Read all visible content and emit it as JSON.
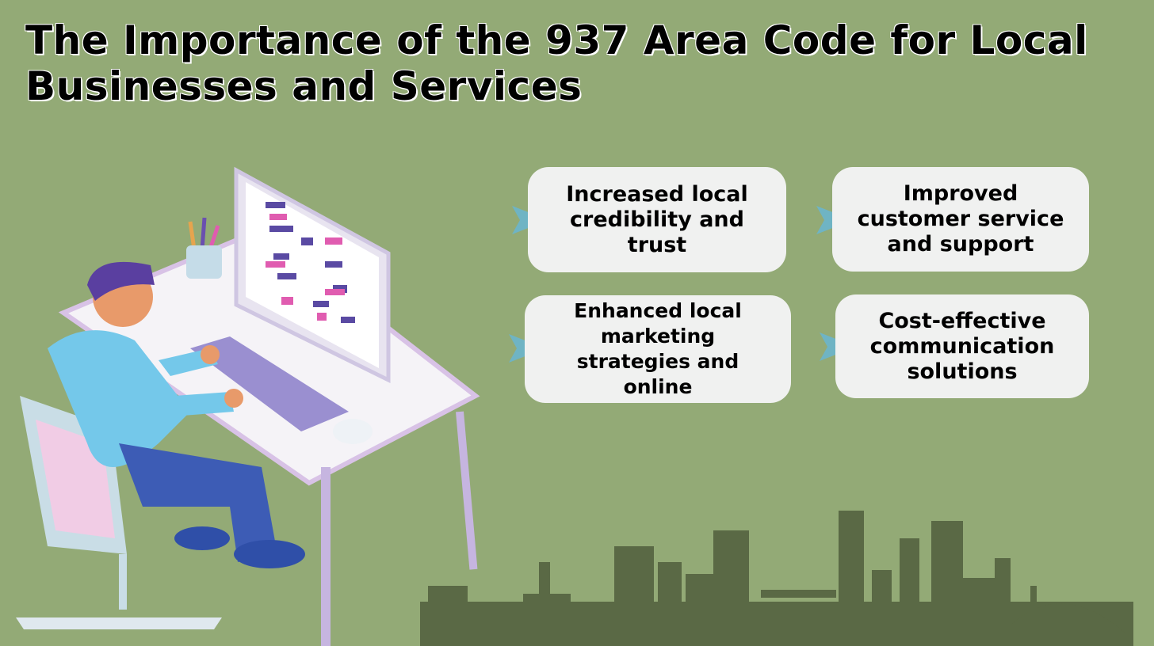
{
  "title": "The Importance of the 937 Area Code for Local Businesses and Services",
  "benefits": [
    {
      "label": "Increased local credibility and trust"
    },
    {
      "label": "Improved customer service and support"
    },
    {
      "label": "Enhanced local marketing strategies and online"
    },
    {
      "label": "Cost-effective communication solutions"
    }
  ],
  "colors": {
    "background": "#93aa76",
    "card": "#f0f1f0",
    "arrow": "#6fb4c4",
    "skyline": "#5a6945"
  },
  "icons": [
    "arrow-icon",
    "person-at-computer-illustration",
    "city-skyline-illustration"
  ]
}
